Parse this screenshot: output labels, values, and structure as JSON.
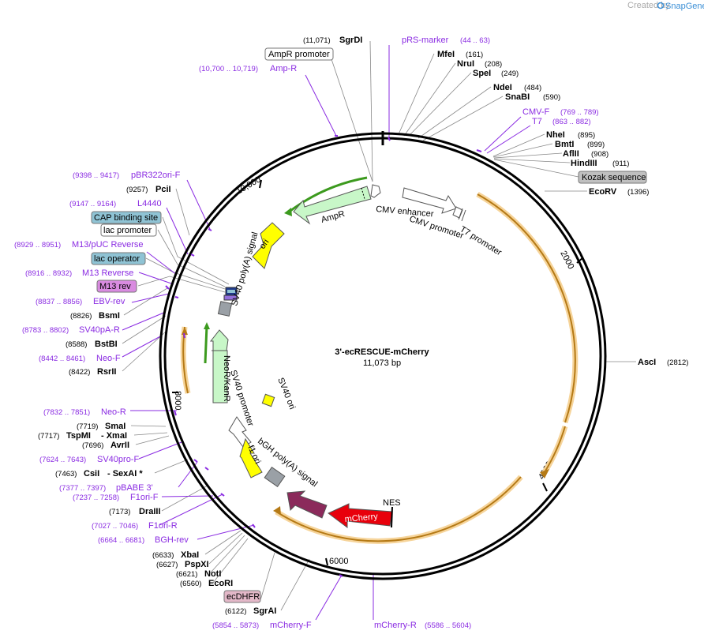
{
  "watermark": {
    "created_by": "Created by",
    "brand": "SnapGene"
  },
  "plasmid": {
    "name": "3'-ecRESCUE-mCherry",
    "length": "11,073 bp"
  },
  "ticks": [
    "10,000",
    "2000",
    "4000",
    "6000",
    "8000"
  ],
  "features": {
    "ampr": "AmpR",
    "cmv_enhancer": "CMV enhancer",
    "cmv_promoter": "CMV promoter",
    "t7_promoter": "T7 promoter",
    "ori": "ori",
    "sv40_polya": "SV40 poly(A) signal",
    "neor": "NeoR/KanR",
    "sv40_promoter": "SV40 promoter",
    "sv40_ori": "SV40 ori",
    "f1_ori": "f1 ori",
    "bgh_polya": "bGH poly(A) signal",
    "mcherry": "mCherry",
    "nes": "NES"
  },
  "boxes": [
    {
      "id": "ampr_promoter",
      "text": "AmpR promoter"
    },
    {
      "id": "kozak",
      "text": "Kozak sequence"
    },
    {
      "id": "cap",
      "text": "CAP binding site"
    },
    {
      "id": "lac_promoter",
      "text": "lac promoter"
    },
    {
      "id": "lac_operator",
      "text": "lac operator"
    },
    {
      "id": "m13rev",
      "text": "M13 rev"
    },
    {
      "id": "ecdhfr",
      "text": "ecDHFR"
    }
  ],
  "enzymes": [
    {
      "id": "sgrdi",
      "name": "SgrDI",
      "pos": "(11,071)"
    },
    {
      "id": "mfei",
      "name": "MfeI",
      "pos": "(161)"
    },
    {
      "id": "nrui",
      "name": "NruI",
      "pos": "(208)"
    },
    {
      "id": "spei",
      "name": "SpeI",
      "pos": "(249)"
    },
    {
      "id": "ndei",
      "name": "NdeI",
      "pos": "(484)"
    },
    {
      "id": "snabi",
      "name": "SnaBI",
      "pos": "(590)"
    },
    {
      "id": "nhei",
      "name": "NheI",
      "pos": "(895)"
    },
    {
      "id": "bmti",
      "name": "BmtI",
      "pos": "(899)"
    },
    {
      "id": "aflii",
      "name": "AflII",
      "pos": "(908)"
    },
    {
      "id": "hindiii",
      "name": "HindIII",
      "pos": "(911)"
    },
    {
      "id": "ecorv",
      "name": "EcoRV",
      "pos": "(1396)"
    },
    {
      "id": "asci",
      "name": "AscI",
      "pos": "(2812)"
    },
    {
      "id": "pcii",
      "name": "PciI",
      "pos": "(9257)"
    },
    {
      "id": "bsmi",
      "name": "BsmI",
      "pos": "(8826)"
    },
    {
      "id": "bstbi",
      "name": "BstBI",
      "pos": "(8588)"
    },
    {
      "id": "rsrii",
      "name": "RsrII",
      "pos": "(8422)"
    },
    {
      "id": "smai",
      "name": "SmaI",
      "pos": "(7719)"
    },
    {
      "id": "tspmi",
      "name": "TspMI",
      "pos": "(7717)",
      "extra": "- XmaI"
    },
    {
      "id": "avrii",
      "name": "AvrII",
      "pos": "(7696)"
    },
    {
      "id": "csii",
      "name": "CsiI",
      "pos": "(7463)",
      "extra": "- SexAI *"
    },
    {
      "id": "draiii",
      "name": "DraIII",
      "pos": "(7173)"
    },
    {
      "id": "xbai",
      "name": "XbaI",
      "pos": "(6633)"
    },
    {
      "id": "pspxi",
      "name": "PspXI",
      "pos": "(6627)"
    },
    {
      "id": "noti",
      "name": "NotI",
      "pos": "(6621)"
    },
    {
      "id": "ecori",
      "name": "EcoRI",
      "pos": "(6560)"
    },
    {
      "id": "sgrai",
      "name": "SgrAI",
      "pos": "(6122)"
    }
  ],
  "primers": [
    {
      "id": "prs",
      "name": "pRS-marker",
      "pos": "(44 .. 63)"
    },
    {
      "id": "ampr_p",
      "name": "Amp-R",
      "pos": "(10,700 .. 10,719)"
    },
    {
      "id": "cmvf",
      "name": "CMV-F",
      "pos": "(769 .. 789)"
    },
    {
      "id": "t7",
      "name": "T7",
      "pos": "(863 .. 882)"
    },
    {
      "id": "pbr",
      "name": "pBR322ori-F",
      "pos": "(9398 .. 9417)"
    },
    {
      "id": "l4440",
      "name": "L4440",
      "pos": "(9147 .. 9164)"
    },
    {
      "id": "m13puc",
      "name": "M13/pUC Reverse",
      "pos": "(8929 .. 8951)"
    },
    {
      "id": "m13r",
      "name": "M13 Reverse",
      "pos": "(8916 .. 8932)"
    },
    {
      "id": "ebv",
      "name": "EBV-rev",
      "pos": "(8837 .. 8856)"
    },
    {
      "id": "sv40pa",
      "name": "SV40pA-R",
      "pos": "(8783 .. 8802)"
    },
    {
      "id": "neof",
      "name": "Neo-F",
      "pos": "(8442 .. 8461)"
    },
    {
      "id": "neor_p",
      "name": "Neo-R",
      "pos": "(7832 .. 7851)"
    },
    {
      "id": "sv40pro",
      "name": "SV40pro-F",
      "pos": "(7624 .. 7643)"
    },
    {
      "id": "pbabe",
      "name": "pBABE 3'",
      "pos": "(7377 .. 7397)"
    },
    {
      "id": "f1orif",
      "name": "F1ori-F",
      "pos": "(7237 .. 7258)"
    },
    {
      "id": "f1orir",
      "name": "F1ori-R",
      "pos": "(7027 .. 7046)"
    },
    {
      "id": "bgh",
      "name": "BGH-rev",
      "pos": "(6664 .. 6681)"
    },
    {
      "id": "mchf",
      "name": "mCherry-F",
      "pos": "(5854 .. 5873)"
    },
    {
      "id": "mchr",
      "name": "mCherry-R",
      "pos": "(5586 .. 5604)"
    }
  ],
  "colors": {
    "ampr": "#c8f7c8",
    "ori": "#ffff00",
    "neor": "#c8f7c8",
    "sv40_ori": "#ffff00",
    "f1_ori": "#ffff00",
    "sv40_polya": "#9aa0a6",
    "bgh_polya": "#9aa0a6",
    "ecdhfr": "#8b2a5b",
    "mcherry": "#e8000b",
    "orf": "#e9a23b",
    "primer": "#8a2be2",
    "kozak": "#c0c0c0",
    "cap": "#8fc3d4",
    "m13rev": "#d98be0",
    "ecdhfr_box": "#e3b8c8"
  }
}
